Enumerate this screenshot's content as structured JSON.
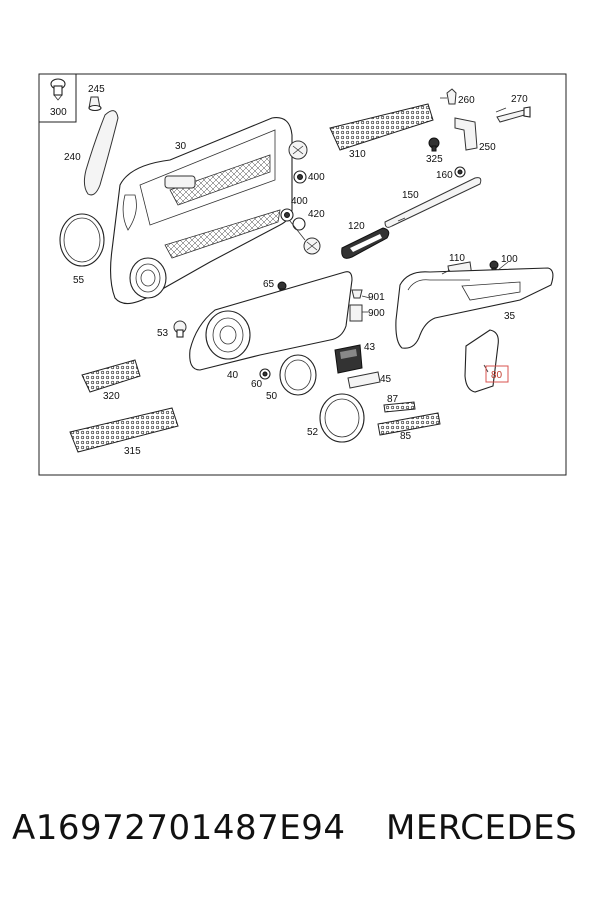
{
  "diagram": {
    "labels": {
      "p300": "300",
      "p245": "245",
      "p240": "240",
      "p30": "30",
      "p55": "55",
      "p260": "260",
      "p270": "270",
      "p310": "310",
      "p325": "325",
      "p250": "250",
      "p160": "160",
      "p150": "150",
      "p400a": "400",
      "p400b": "400",
      "p420": "420",
      "p120": "120",
      "p110": "110",
      "p100": "100",
      "p65": "65",
      "p901": "901",
      "p900": "900",
      "p35": "35",
      "p53": "53",
      "p43": "43",
      "p80": "80",
      "p320": "320",
      "p40": "40",
      "p60": "60",
      "p50": "50",
      "p45": "45",
      "p87": "87",
      "p315": "315",
      "p52": "52",
      "p85": "85"
    },
    "highlighted_part": "80"
  },
  "footer": {
    "part_number": "A16972701487E94",
    "brand": "MERCEDES"
  }
}
